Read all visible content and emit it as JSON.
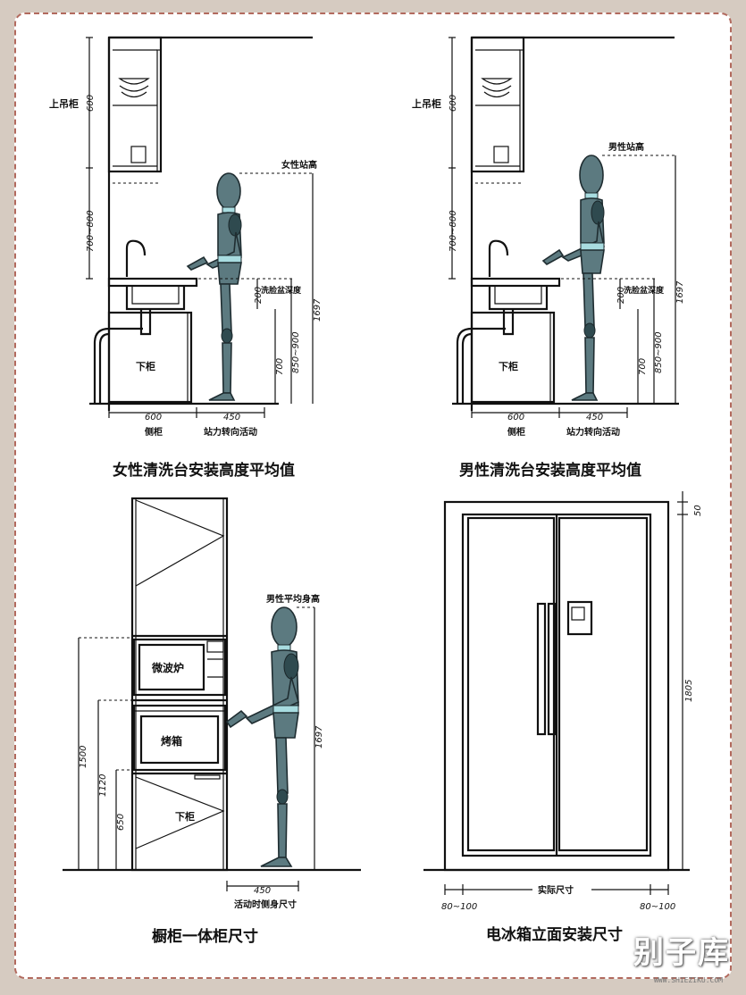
{
  "panels": {
    "female": {
      "upper_cabinet": "上吊柜",
      "upper_height": "600",
      "gap_height": "700~800",
      "stand_height_label": "女性站高",
      "stand_height": "1697",
      "basin_depth": "200",
      "basin_label": "洗脸盆深度",
      "counter_700": "700",
      "counter_range": "850~900",
      "lower_cabinet": "下柜",
      "side_depth": "600",
      "side_label": "侧柜",
      "turn_space": "450",
      "turn_label": "站力转向活动",
      "caption": "女性清洗台安装高度平均值"
    },
    "male": {
      "upper_cabinet": "上吊柜",
      "upper_height": "600",
      "gap_height": "700~800",
      "stand_height_label": "男性站高",
      "stand_height": "1697",
      "basin_depth": "200",
      "basin_label": "洗脸盆深度",
      "counter_700": "700",
      "counter_range": "850~900",
      "lower_cabinet": "下柜",
      "side_depth": "600",
      "side_label": "侧柜",
      "turn_space": "450",
      "turn_label": "站力转向活动",
      "caption": "男性清洗台安装高度平均值"
    },
    "tall": {
      "male_avg_label": "男性平均身高",
      "microwave": "微波炉",
      "oven": "烤箱",
      "lower_cabinet": "下柜",
      "h1500": "1500",
      "h1120": "1120",
      "h650": "650",
      "h1697": "1697",
      "w450": "450",
      "side_label": "活动时侧身尺寸",
      "caption": "橱柜一体柜尺寸"
    },
    "fridge": {
      "top_gap": "50",
      "height": "1805",
      "actual_label": "实际尺寸",
      "side_left": "80~100",
      "side_right": "80~100",
      "caption": "电冰箱立面安装尺寸"
    }
  },
  "watermark": {
    "text": "别子库",
    "url": "WWW.SHIEZIKU.COM"
  },
  "colors": {
    "figure": "#5c7a80",
    "band": "#a8dce0",
    "border": "#b26a5e",
    "background": "#d6cbc1"
  }
}
